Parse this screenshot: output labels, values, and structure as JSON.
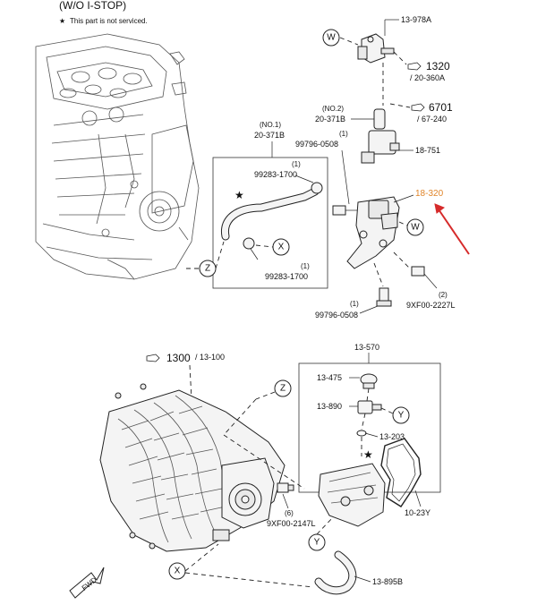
{
  "header": {
    "title": "(W/O I-STOP)",
    "note": "This part is not serviced.",
    "note_mark": "★"
  },
  "colors": {
    "ink": "#111111",
    "highlight": "#e0852a",
    "arrow": "#d62b2b"
  },
  "callouts": {
    "w_letter": "W",
    "x_letter": "X",
    "y_letter": "Y",
    "z_letter": "Z",
    "star": "★",
    "p13978a": "13-978A",
    "p1320": "1320",
    "p20360a": "/ 20-360A",
    "p6701": "6701",
    "p67240": "/ 67-240",
    "no2": "(NO.2)",
    "p20371b_2": "20-371B",
    "q1_a": "(1)",
    "p99796_a": "99796-0508",
    "p18751": "18-751",
    "no1": "(NO.1)",
    "p20371b_1": "20-371B",
    "p99283_top": "99283-1700",
    "q1_b": "(1)",
    "q1_c": "(1)",
    "p99283_bot": "99283-1700",
    "p18320": "18-320",
    "q2": "(2)",
    "p9xf00_2227l": "9XF00-2227L",
    "q1_d": "(1)",
    "p99796_b": "99796-0508",
    "p1300": "1300",
    "p13100": "/ 13-100",
    "p13570": "13-570",
    "p13475": "13-475",
    "p13890": "13-890",
    "p13203": "13-203",
    "p1023y": "10-23Y",
    "q6": "(6)",
    "p9xf00_2147l": "9XF00-2147L",
    "p13895b": "13-895B",
    "fwd": "FWD"
  }
}
